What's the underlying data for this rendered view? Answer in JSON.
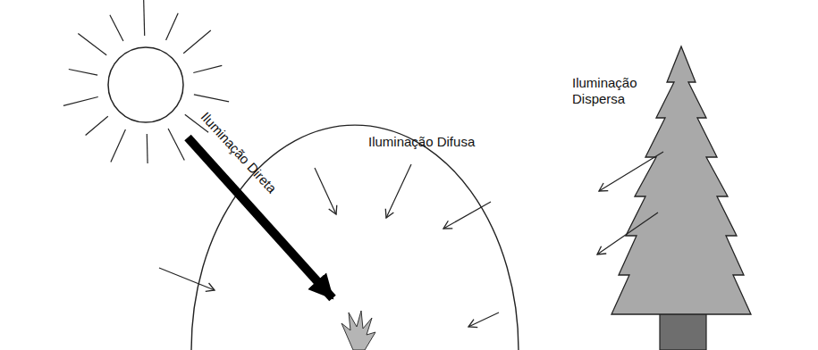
{
  "diagram": {
    "labels": [
      "Iluminação Direta",
      "Iluminação Difusa",
      "Iluminação Dispersa"
    ]
  }
}
